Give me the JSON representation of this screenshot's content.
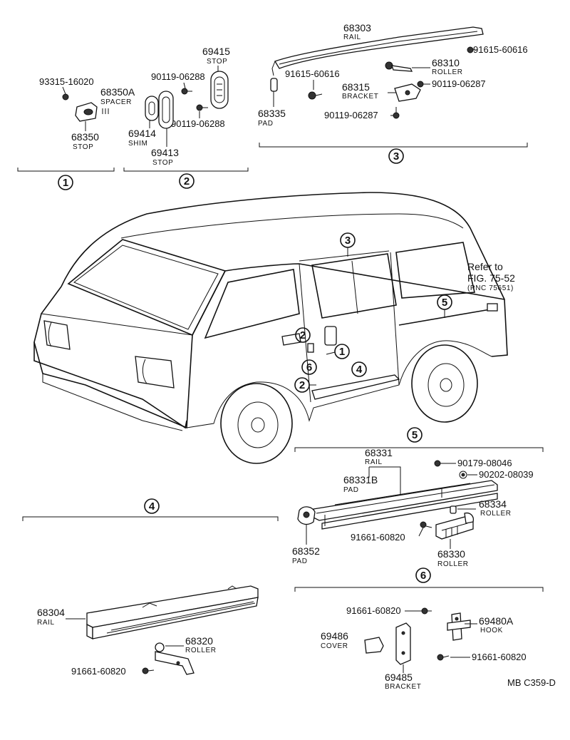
{
  "diagram": {
    "code": "MB  C359-D",
    "section_1": {
      "marker": "1",
      "labels": [
        {
          "key": "93315",
          "pn": "93315-16020",
          "cap": ""
        },
        {
          "key": "68350A",
          "pn": "68350A",
          "cap": "SPACER"
        },
        {
          "key": "68350",
          "pn": "68350",
          "cap": "STOP"
        }
      ]
    },
    "section_2": {
      "marker": "2",
      "labels": [
        {
          "key": "69415",
          "pn": "69415",
          "cap": "STOP"
        },
        {
          "key": "90119a",
          "pn": "90119-06288",
          "cap": ""
        },
        {
          "key": "90119b",
          "pn": "90119-06288",
          "cap": ""
        },
        {
          "key": "69414",
          "pn": "69414",
          "cap": "SHIM"
        },
        {
          "key": "69413",
          "pn": "69413",
          "cap": "STOP"
        }
      ]
    },
    "section_3": {
      "marker": "3",
      "labels": [
        {
          "key": "68303",
          "pn": "68303",
          "cap": "RAIL"
        },
        {
          "key": "91615a",
          "pn": "91615-60616",
          "cap": ""
        },
        {
          "key": "68310",
          "pn": "68310",
          "cap": "ROLLER"
        },
        {
          "key": "91615b",
          "pn": "91615-60616",
          "cap": ""
        },
        {
          "key": "68315",
          "pn": "68315",
          "cap": "BRACKET"
        },
        {
          "key": "90119c",
          "pn": "90119-06287",
          "cap": ""
        },
        {
          "key": "68335",
          "pn": "68335",
          "cap": "PAD"
        },
        {
          "key": "90119d",
          "pn": "90119-06287",
          "cap": ""
        }
      ]
    },
    "vehicle": {
      "markers": [
        "3",
        "2",
        "1",
        "6",
        "4",
        "2",
        "5"
      ],
      "refer": {
        "line1": "Refer to",
        "line2": "FIG. 75-52",
        "line3": "(PNC 75651)"
      }
    },
    "section_4": {
      "marker": "4",
      "labels": [
        {
          "key": "68304",
          "pn": "68304",
          "cap": "RAIL"
        },
        {
          "key": "68320",
          "pn": "68320",
          "cap": "ROLLER"
        },
        {
          "key": "91661a",
          "pn": "91661-60820",
          "cap": ""
        }
      ]
    },
    "section_5": {
      "marker": "5",
      "labels": [
        {
          "key": "68331",
          "pn": "68331",
          "cap": "RAIL"
        },
        {
          "key": "90179",
          "pn": "90179-08046",
          "cap": ""
        },
        {
          "key": "68331B",
          "pn": "68331B",
          "cap": "PAD"
        },
        {
          "key": "90202",
          "pn": "90202-08039",
          "cap": ""
        },
        {
          "key": "68334",
          "pn": "68334",
          "cap": "ROLLER"
        },
        {
          "key": "91661b",
          "pn": "91661-60820",
          "cap": ""
        },
        {
          "key": "68352",
          "pn": "68352",
          "cap": "PAD"
        },
        {
          "key": "68330",
          "pn": "68330",
          "cap": "ROLLER"
        }
      ]
    },
    "section_6": {
      "marker": "6",
      "labels": [
        {
          "key": "91661c",
          "pn": "91661-60820",
          "cap": ""
        },
        {
          "key": "69480A",
          "pn": "69480A",
          "cap": "HOOK"
        },
        {
          "key": "69486",
          "pn": "69486",
          "cap": "COVER"
        },
        {
          "key": "91661d",
          "pn": "91661-60820",
          "cap": ""
        },
        {
          "key": "69485",
          "pn": "69485",
          "cap": "BRACKET"
        }
      ]
    }
  }
}
